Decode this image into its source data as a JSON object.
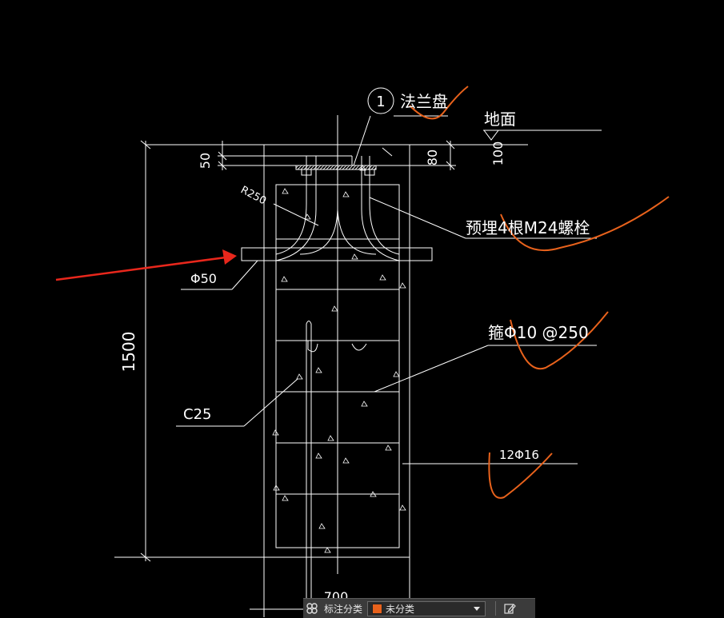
{
  "drawing": {
    "texts": {
      "flange_callout_number": "1",
      "flange_label": "法兰盘",
      "ground_label": "地面",
      "bolt_label": "预埋4根M24螺栓",
      "radius_label": "R250",
      "pipe_label": "Φ50",
      "stirrup_label": "箍Φ10 @250",
      "concrete_label": "C25",
      "rebar_label": "12Φ16",
      "dim_50": "50",
      "dim_80": "80",
      "dim_100": "100",
      "dim_1500": "1500",
      "dim_700": "700"
    },
    "colors": {
      "line": "#ffffff",
      "markup": "#e8621c",
      "arrow": "#e8271c",
      "background": "#000000"
    }
  },
  "toolbar": {
    "classify_icon": "annotation-group-icon",
    "classify_label": "标注分类",
    "category_value": "未分类",
    "category_color": "#e8621c",
    "edit_icon": "edit-icon"
  }
}
